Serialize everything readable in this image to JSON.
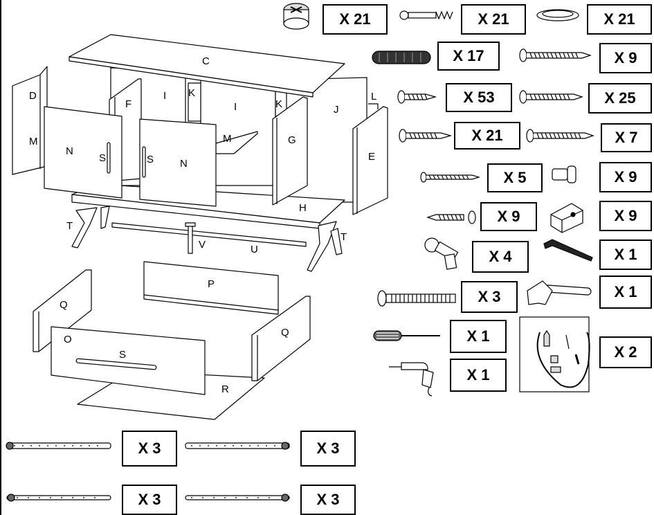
{
  "parts": {
    "C": "C",
    "D": "D",
    "F": "F",
    "I1": "I",
    "K1": "K",
    "I2": "I",
    "K2": "K",
    "J": "J",
    "L": "L",
    "M1": "M",
    "N1": "N",
    "S1": "S",
    "S2": "S",
    "N2": "N",
    "M2": "M",
    "G": "G",
    "E": "E",
    "H": "H",
    "T1": "T",
    "T2": "T",
    "V": "V",
    "U": "U",
    "P": "P",
    "Q1": "Q",
    "Q2": "Q",
    "O": "O",
    "S3": "S",
    "R": "R"
  },
  "hardware": [
    {
      "icon": "cam-lock-icon",
      "qty": "X 21"
    },
    {
      "icon": "cam-bolt-icon",
      "qty": "X 21"
    },
    {
      "icon": "cap-cover-icon",
      "qty": "X 21"
    },
    {
      "icon": "wood-dowel-icon",
      "qty": "X 17"
    },
    {
      "icon": "long-screw-icon",
      "qty": "X 9"
    },
    {
      "icon": "screw-icon",
      "qty": "X 53"
    },
    {
      "icon": "long-screw-icon",
      "qty": "X 25"
    },
    {
      "icon": "screw-icon",
      "qty": "X 21"
    },
    {
      "icon": "long-screw-icon",
      "qty": "X 7"
    },
    {
      "icon": "screw-icon",
      "qty": "X 5"
    },
    {
      "icon": "shelf-support-icon",
      "qty": "X 9"
    },
    {
      "icon": "screw-icon",
      "qty": "X 9"
    },
    {
      "icon": "corner-bracket-icon",
      "qty": "X 9"
    },
    {
      "icon": "hinge-icon",
      "qty": "X 4"
    },
    {
      "icon": "allen-key-icon",
      "qty": "X 1"
    },
    {
      "icon": "long-bolt-icon",
      "qty": "X 3"
    },
    {
      "icon": "hammer-icon",
      "qty": "X 1"
    },
    {
      "icon": "screwdriver-icon",
      "qty": "X 1"
    },
    {
      "icon": "wall-anchor-kit-icon",
      "qty": "X 2"
    },
    {
      "icon": "drill-icon",
      "qty": "X 1"
    },
    {
      "icon": "drawer-slide-icon",
      "qty": "X 3"
    },
    {
      "icon": "drawer-slide-icon",
      "qty": "X 3"
    },
    {
      "icon": "drawer-slide-icon",
      "qty": "X 3"
    },
    {
      "icon": "drawer-slide-icon",
      "qty": "X 3"
    }
  ]
}
